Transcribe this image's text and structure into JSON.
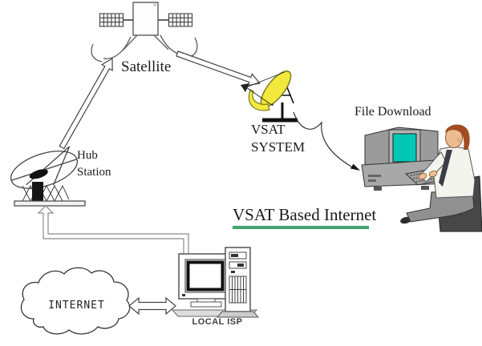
{
  "diagram": {
    "title": "VSAT Based Internet",
    "labels": {
      "satellite": "Satellite",
      "hub_line1": "Hub",
      "hub_line2": "Station",
      "vsat_line1": "VSAT",
      "vsat_line2": "SYSTEM",
      "file_download": "File Download",
      "internet": "INTERNET",
      "local_isp": "LOCAL ISP"
    },
    "colors": {
      "title_underline": "#3fa56e",
      "vsat_dish": "#f2e93c",
      "monitor_screen": "#00c8b4"
    },
    "nodes": [
      {
        "id": "satellite",
        "label": "Satellite"
      },
      {
        "id": "hub-station",
        "label": "Hub Station"
      },
      {
        "id": "vsat-system",
        "label": "VSAT SYSTEM"
      },
      {
        "id": "user-computer",
        "label": "File Download"
      },
      {
        "id": "internet-cloud",
        "label": "INTERNET"
      },
      {
        "id": "local-isp",
        "label": "LOCAL ISP"
      }
    ],
    "connections": [
      {
        "from": "hub-station",
        "to": "satellite",
        "style": "hollow-arrow"
      },
      {
        "from": "satellite",
        "to": "vsat-system",
        "style": "hollow-arrow"
      },
      {
        "from": "vsat-system",
        "to": "user-computer",
        "style": "curved-arrow"
      },
      {
        "from": "local-isp",
        "to": "hub-station",
        "style": "hollow-elbow-arrow"
      },
      {
        "from": "internet-cloud",
        "to": "local-isp",
        "style": "hollow-double-arrow"
      }
    ]
  }
}
